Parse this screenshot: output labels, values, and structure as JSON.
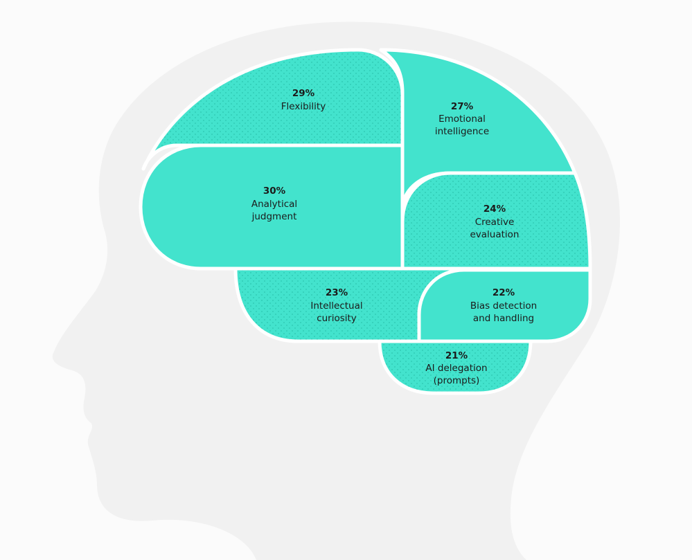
{
  "colors": {
    "background": "#fbfbfb",
    "head": "#f1f1f1",
    "region_fill": "#43e3cd",
    "region_border": "#ffffff",
    "dot_pattern": "#2cc7b1",
    "text": "#1b1b1b"
  },
  "regions": [
    {
      "id": "flexibility",
      "percent": "29%",
      "label_lines": [
        "Flexibility"
      ],
      "pattern": "dotted"
    },
    {
      "id": "emotional-intelligence",
      "percent": "27%",
      "label_lines": [
        "Emotional",
        "intelligence"
      ],
      "pattern": "solid"
    },
    {
      "id": "analytical-judgment",
      "percent": "30%",
      "label_lines": [
        "Analytical",
        "judgment"
      ],
      "pattern": "solid"
    },
    {
      "id": "creative-evaluation",
      "percent": "24%",
      "label_lines": [
        "Creative",
        "evaluation"
      ],
      "pattern": "dotted"
    },
    {
      "id": "intellectual-curiosity",
      "percent": "23%",
      "label_lines": [
        "Intellectual",
        "curiosity"
      ],
      "pattern": "dotted"
    },
    {
      "id": "bias-detection",
      "percent": "22%",
      "label_lines": [
        "Bias detection",
        "and handling"
      ],
      "pattern": "solid"
    },
    {
      "id": "ai-delegation",
      "percent": "21%",
      "label_lines": [
        "AI delegation",
        "(prompts)"
      ],
      "pattern": "dotted"
    }
  ]
}
